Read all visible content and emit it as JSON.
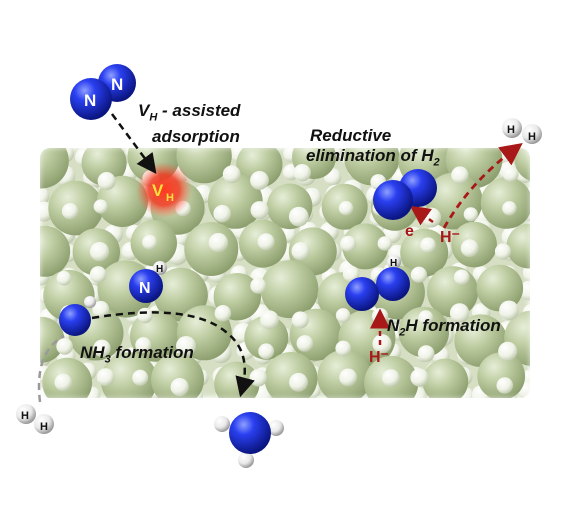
{
  "atoms": {
    "nitrogen": "N",
    "hydrogen": "H"
  },
  "vacancy": {
    "symbol": "V",
    "subscript": "H"
  },
  "labels": {
    "vh_assisted": {
      "v": "V",
      "sub": "H",
      "text": " - assisted",
      "line2": "adsorption"
    },
    "reductive": {
      "line1": "Reductive",
      "line2_text": "elimination of H",
      "line2_sub": "2"
    },
    "n2h": {
      "pre": "N",
      "sub": "2",
      "post": "H formation"
    },
    "nh3": {
      "pre": "NH",
      "sub": "3",
      "post": " formation"
    }
  },
  "hydride": "H⁻",
  "electron": "e",
  "colors": {
    "nitrogen": "#1a2ed8",
    "hydrogen": "#f2f2f2",
    "surface_large": "#b7c79a",
    "surface_small": "#f4f6ef",
    "vacancy_glow": "#e8261a",
    "vacancy_text": "#ffe23a",
    "red_arrow": "#a81818",
    "black_arrow": "#111111",
    "gray_arrow": "#999999"
  }
}
